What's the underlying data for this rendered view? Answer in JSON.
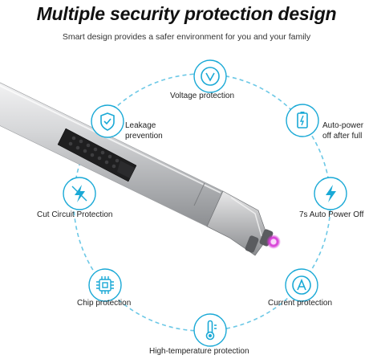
{
  "header": {
    "title": "Multiple security protection design",
    "subtitle": "Smart design provides a safer environment for you and your family"
  },
  "colors": {
    "accent": "#1aa9d6",
    "circle_dash": "#6cc8e6",
    "pen_body": "#c9cacc",
    "tip_glow": "#d63ad6"
  },
  "features": [
    {
      "icon": "v-shield-icon",
      "label": "Voltage protection"
    },
    {
      "icon": "battery-charge-icon",
      "label_line1": "Auto-power",
      "label_line2": "off after full"
    },
    {
      "icon": "lightning-icon",
      "label": "7s Auto Power Off"
    },
    {
      "icon": "letter-a-icon",
      "label": "Current protection"
    },
    {
      "icon": "thermometer-icon",
      "label": "High-temperature protection"
    },
    {
      "icon": "chip-icon",
      "label": "Chip protection"
    },
    {
      "icon": "lightning-icon",
      "label": "Cut Circuit Protection"
    },
    {
      "icon": "shield-check-icon",
      "label_line1": "Leakage",
      "label_line2": "prevention"
    }
  ]
}
